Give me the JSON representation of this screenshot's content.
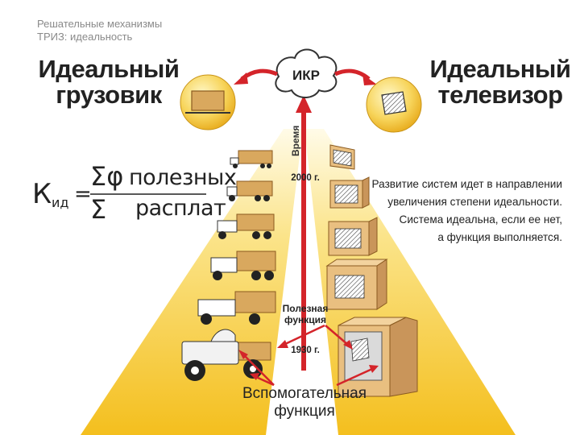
{
  "header": {
    "line1": "Решательные механизмы",
    "line2": "ТРИЗ: идеальность"
  },
  "left_title": {
    "line1": "Идеальный",
    "line2": "грузовик"
  },
  "right_title": {
    "line1": "Идеальный",
    "line2": "телевизор"
  },
  "cloud_label": "ИКР",
  "time_label": "Время",
  "year_top": "2000 г.",
  "year_bottom": "1930 г.",
  "formula": {
    "k": "К",
    "sub": "ид",
    "numerator": "полезных",
    "denominator": "расплат"
  },
  "description": [
    "Развитие систем идет в направлении",
    "увеличения степени идеальности.",
    "Система идеальна, если ее нет,",
    "а функция выполняется."
  ],
  "useful_label": {
    "line1": "Полезная",
    "line2": "функция"
  },
  "aux_label": {
    "line1": "Вспомогательная",
    "line2": "функция"
  },
  "colors": {
    "beam": "#f6c21a",
    "crate": "#d9a85e",
    "crate_dark": "#b47d3a",
    "arrow_red": "#d4242a",
    "box": "#e9bf80"
  }
}
